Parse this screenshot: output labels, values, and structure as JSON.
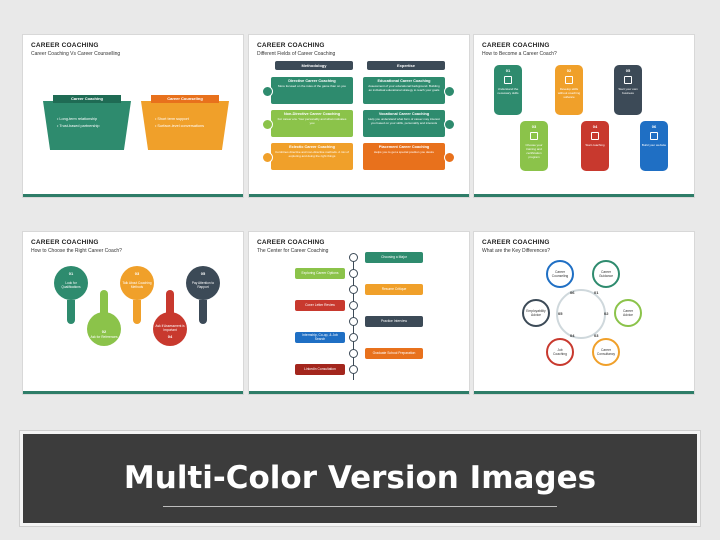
{
  "banner": {
    "title": "Multi-Color Version Images"
  },
  "slide1": {
    "title": "CAREER COACHING",
    "subtitle": "Career Coaching Vs Career Counselling",
    "left": {
      "label": "Career Coaching",
      "items": [
        "Long-term relationship",
        "Trust-based partnership"
      ]
    },
    "right": {
      "label": "Career Counseling",
      "items": [
        "Short term support",
        "Surface-level conversations"
      ]
    }
  },
  "slide2": {
    "title": "CAREER COACHING",
    "subtitle": "Different Fields of Career Coaching",
    "col_left": "Methodology",
    "col_right": "Expertise",
    "cards": [
      {
        "title": "Directive Career Coaching",
        "text": "More focused on the rules of the game than on you"
      },
      {
        "title": "Educational Career Coaching",
        "text": "Assessment of your educational background. Building an individual educational strategy to reach your goals"
      },
      {
        "title": "Non-Directive Career Coaching",
        "text": "For career era. Your personality and what motivates you"
      },
      {
        "title": "Vocational Career Coaching",
        "text": "Help you understand what form of career may interest you based on your skills, personality and interests"
      },
      {
        "title": "Eclectic Career Coaching",
        "text": "Combines directive and non-directive methods. A mix of exploring and doing the right things"
      },
      {
        "title": "Placement Career Coaching",
        "text": "Helps you to get a special position you desire"
      }
    ]
  },
  "slide3": {
    "title": "CAREER COACHING",
    "subtitle": "How to Become a Career Coach?",
    "steps": [
      {
        "num": "01",
        "text": "Understand the necessary skills"
      },
      {
        "num": "02",
        "text": "Develop skills without coaching software"
      },
      {
        "num": "03",
        "text": "Choose your training and certification program"
      },
      {
        "num": "04",
        "text": "Start coaching"
      },
      {
        "num": "05",
        "text": "Start your own business"
      },
      {
        "num": "06",
        "text": "Build your website"
      }
    ]
  },
  "slide4": {
    "title": "CAREER COACHING",
    "subtitle": "How to Choose the Right Career Coach?",
    "drops": [
      {
        "num": "01",
        "text": "Look for Qualifications"
      },
      {
        "num": "02",
        "text": "Ask for References"
      },
      {
        "num": "03",
        "text": "Talk About Coaching Methods"
      },
      {
        "num": "04",
        "text": "Ask If Assessment is Important"
      },
      {
        "num": "05",
        "text": "Pay Attention to Rapport"
      }
    ]
  },
  "slide5": {
    "title": "CAREER COACHING",
    "subtitle": "The Center for Career Coaching",
    "items": [
      "Choosing a Major",
      "Exploring Career Options",
      "Resume Critique",
      "Cover Letter Review",
      "Practice Interview",
      "Internship, Co-op, & Job Search",
      "Graduate School Preparation",
      "LinkedIn Consultation"
    ]
  },
  "slide6": {
    "title": "CAREER COACHING",
    "subtitle": "What are the Key Differences?",
    "nodes": [
      {
        "num": "01",
        "text": "Career Guidance"
      },
      {
        "num": "02",
        "text": "Career Advice"
      },
      {
        "num": "03",
        "text": "Career Consultancy"
      },
      {
        "num": "04",
        "text": "Job Coaching"
      },
      {
        "num": "05",
        "text": "Employability Advice"
      },
      {
        "num": "06",
        "text": "Career Counseling"
      }
    ]
  },
  "colors": {
    "green": "#2e8b6e",
    "orange": "#f0a02a",
    "dark": "#3c4a57",
    "red": "#c8392e",
    "blue": "#1f6fc4",
    "lime": "#8bc34a",
    "deeporange": "#e8711c"
  }
}
